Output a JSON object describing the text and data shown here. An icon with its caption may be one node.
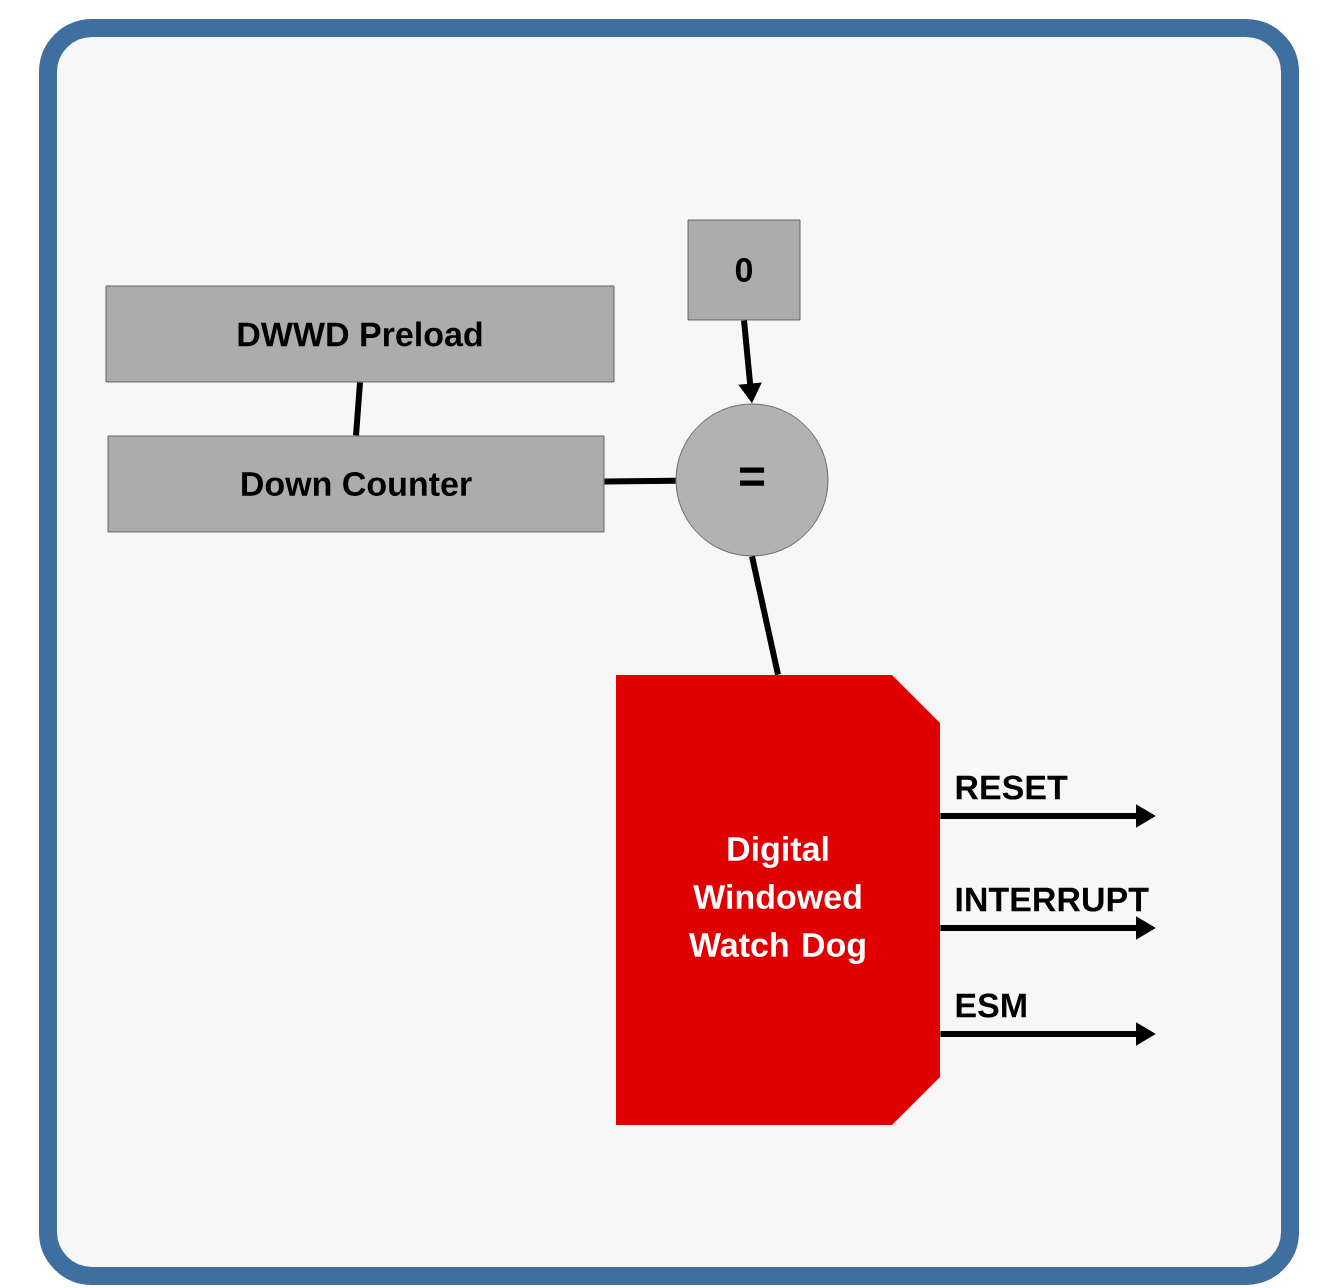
{
  "diagram": {
    "nodes": [
      {
        "text": [
          "DWWD Preload"
        ]
      },
      {
        "text": [
          "Down Counter"
        ]
      },
      {
        "text": [
          "0"
        ]
      },
      {
        "text": [
          "="
        ]
      },
      {
        "text": [
          "Digital Windowed Watch Dog"
        ]
      }
    ],
    "edges": [
      {
        "from": 0,
        "to": 1,
        "arrow": "none"
      },
      {
        "from": 1,
        "to": 3,
        "arrow": "none"
      },
      {
        "from": 2,
        "to": 3,
        "arrow": "to"
      },
      {
        "from": 3,
        "to": 4,
        "arrow": "none"
      },
      {
        "from": 4,
        "to": null,
        "arrow": "to",
        "label": "RESET"
      },
      {
        "from": 4,
        "to": null,
        "arrow": "to",
        "label": "INTERRUPT"
      },
      {
        "from": 4,
        "to": null,
        "arrow": "to",
        "label": "ESM"
      }
    ]
  }
}
